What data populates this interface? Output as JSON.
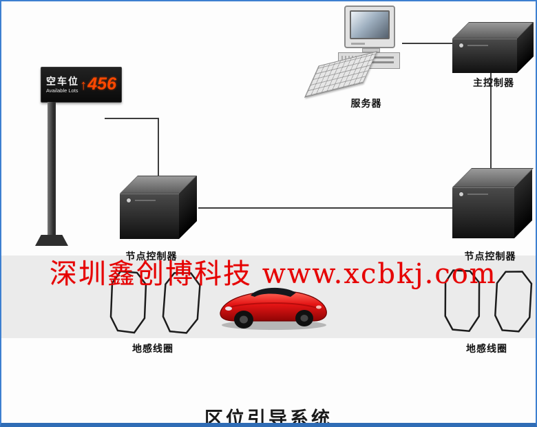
{
  "diagram": {
    "title": "区位引导系统",
    "watermark": "深圳鑫创博科技 www.xcbkj.com"
  },
  "sign": {
    "line1": "空车位",
    "line2": "Available Lots",
    "arrow": "↑",
    "count": "456"
  },
  "labels": {
    "server": "服务器",
    "main_controller": "主控制器",
    "node_controller_left": "节点控制器",
    "node_controller_right": "节点控制器",
    "coil_left": "地感线圈",
    "coil_right": "地感线圈"
  },
  "colors": {
    "frame_border": "#3d7fd0",
    "watermark_red": "#e60000",
    "sign_count_orange": "#ff4800",
    "band_gray": "#ebebeb"
  }
}
